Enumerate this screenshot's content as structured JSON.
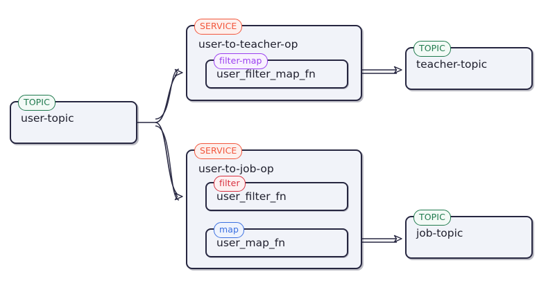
{
  "diagram": {
    "kind": "stream-processing-topology",
    "background_color": "#ffffff",
    "palette": {
      "node_fill": "#f1f3f9",
      "node_border": "#262640",
      "edge": "#262640",
      "topic_tag": "#1f7a4d",
      "service_tag": "#f2563c",
      "filter_map_tag": "#9b3ff0",
      "filter_tag": "#d8303f",
      "map_tag": "#3a6fe0"
    },
    "nodes": [
      {
        "id": "user-topic",
        "tag": "TOPIC",
        "tag_kind": "topic",
        "title": "user-topic"
      },
      {
        "id": "user-to-teacher-op",
        "tag": "SERVICE",
        "tag_kind": "service",
        "title": "user-to-teacher-op",
        "children": [
          {
            "id": "user_filter_map_fn",
            "tag": "filter-map",
            "tag_kind": "filtermap",
            "title": "user_filter_map_fn"
          }
        ]
      },
      {
        "id": "user-to-job-op",
        "tag": "SERVICE",
        "tag_kind": "service",
        "title": "user-to-job-op",
        "children": [
          {
            "id": "user_filter_fn",
            "tag": "filter",
            "tag_kind": "filter",
            "title": "user_filter_fn"
          },
          {
            "id": "user_map_fn",
            "tag": "map",
            "tag_kind": "map",
            "title": "user_map_fn"
          }
        ]
      },
      {
        "id": "teacher-topic",
        "tag": "TOPIC",
        "tag_kind": "topic",
        "title": "teacher-topic"
      },
      {
        "id": "job-topic",
        "tag": "TOPIC",
        "tag_kind": "topic",
        "title": "job-topic"
      }
    ],
    "edges": [
      {
        "id": "e1",
        "from": "user-topic",
        "to": "user-to-teacher-op",
        "arrow": true
      },
      {
        "id": "e2",
        "from": "user-topic",
        "to": "user-to-job-op",
        "arrow": true
      },
      {
        "id": "e3",
        "from": "user-to-teacher-op",
        "to": "teacher-topic",
        "arrow": true
      },
      {
        "id": "e4",
        "from": "user_filter_fn",
        "to": "user_map_fn",
        "arrow": false
      },
      {
        "id": "e5",
        "from": "user-to-job-op",
        "to": "job-topic",
        "arrow": true
      }
    ]
  }
}
